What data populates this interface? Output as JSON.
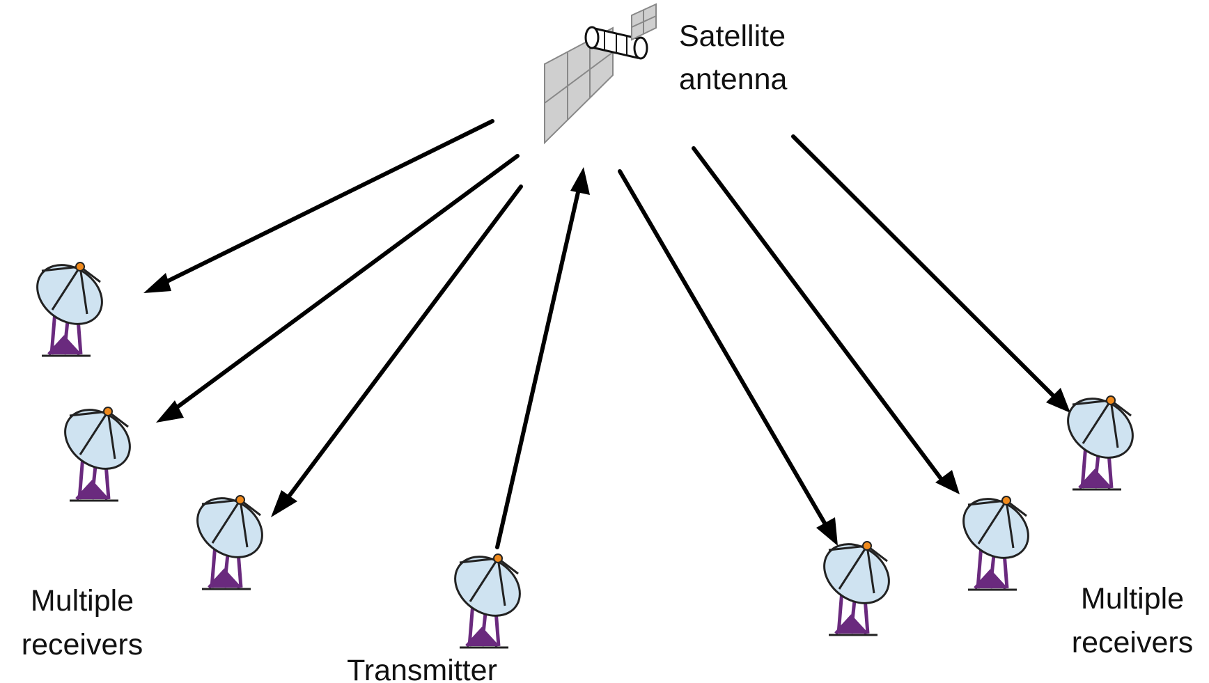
{
  "labels": {
    "satellite_line1": "Satellite",
    "satellite_line2": "antenna",
    "left_receivers_line1": "Multiple",
    "left_receivers_line2": "receivers",
    "right_receivers_line1": "Multiple",
    "right_receivers_line2": "receivers",
    "transmitter": "Transmitter"
  },
  "colors": {
    "dish_fill": "#cfe3f1",
    "dish_outline": "#222222",
    "mount": "#6a2a7e",
    "feed": "#f08a1c",
    "panel_fill": "#cfcfcf",
    "arrow": "#000000"
  },
  "icons": {
    "satellite": "satellite-icon",
    "dish": "satellite-dish-icon"
  }
}
